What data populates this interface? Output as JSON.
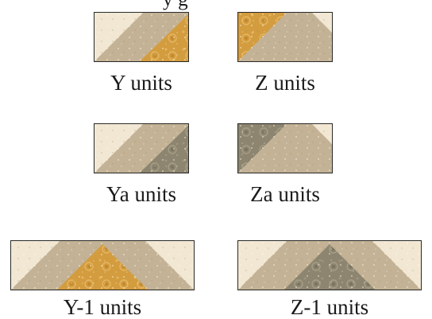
{
  "top_fragment": "y g",
  "units": [
    {
      "label": "Y units",
      "fabrics": [
        "cream",
        "tan",
        "gold"
      ],
      "icon": "flying-geese-half-unit-icon"
    },
    {
      "label": "Z units",
      "fabrics": [
        "gold",
        "tan",
        "cream"
      ],
      "icon": "flying-geese-half-unit-icon"
    },
    {
      "label": "Ya units",
      "fabrics": [
        "cream",
        "tan",
        "gray"
      ],
      "icon": "flying-geese-half-unit-icon"
    },
    {
      "label": "Za units",
      "fabrics": [
        "gray",
        "tan",
        "cream"
      ],
      "icon": "flying-geese-half-unit-icon"
    },
    {
      "label": "Y-1 units",
      "fabrics": [
        "cream",
        "tan",
        "gold"
      ],
      "icon": "flying-geese-unit-icon"
    },
    {
      "label": "Z-1 units",
      "fabrics": [
        "cream",
        "tan",
        "gray"
      ],
      "icon": "flying-geese-unit-icon"
    }
  ],
  "colors": {
    "cream": "#f1e7d3",
    "tan": "#c3b295",
    "gold": "#d39c3e",
    "gray": "#8d8570",
    "border": "#2a2a2a"
  }
}
